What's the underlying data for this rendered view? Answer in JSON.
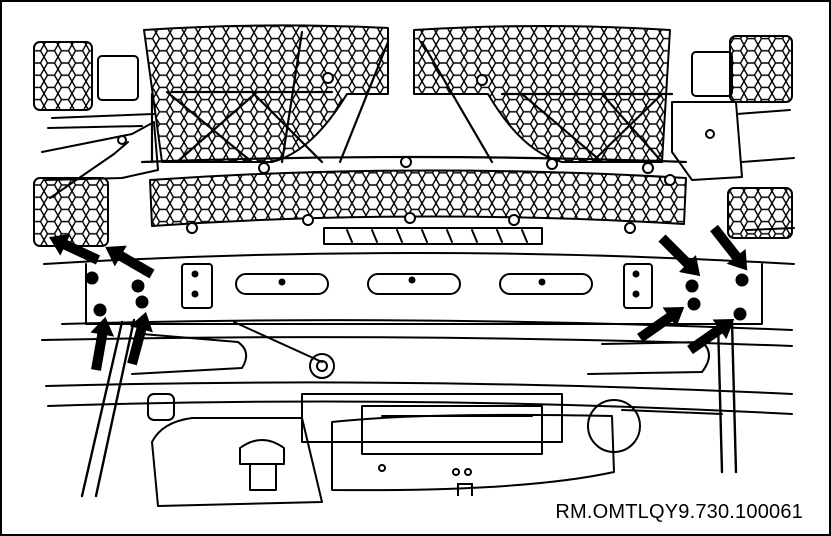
{
  "figure": {
    "reference_code": "RM.OMTLQY9.730.100061",
    "colors": {
      "line": "#000000",
      "background": "#ffffff"
    },
    "callouts": {
      "icon": "arrow-icon",
      "count": 8,
      "meaning": "bolt removal locations on front bumper reinforcement"
    }
  }
}
